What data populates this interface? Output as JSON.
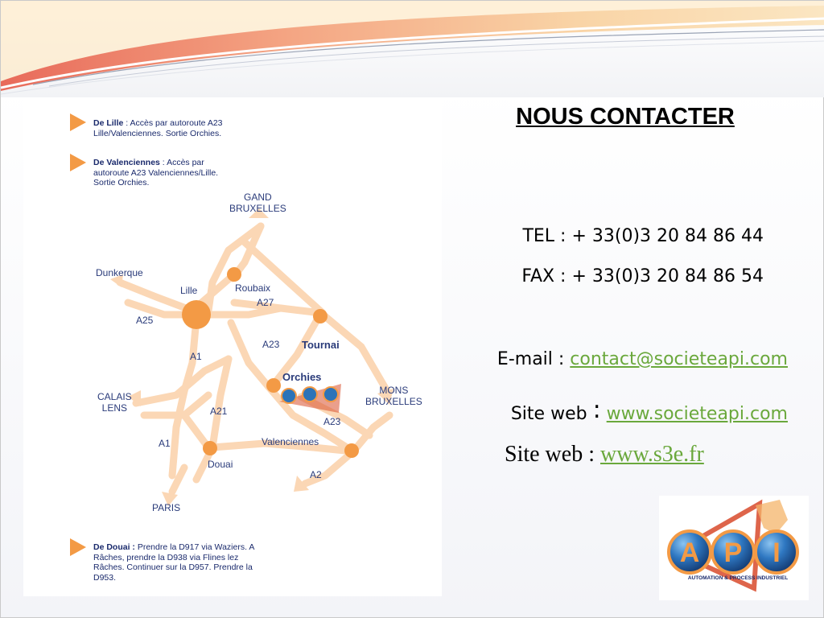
{
  "contact": {
    "title": "NOUS CONTACTER",
    "tel": "TEL : + 33(0)3 20 84 86 44",
    "fax": "FAX : + 33(0)3 20 84 86 54",
    "email_label": "E-mail : ",
    "email": "contact@societeapi.com",
    "site1_label": "Site web ",
    "site1_colon": ":",
    "site1": "www.societeapi.com",
    "site2_label": "Site web : ",
    "site2": "www.s3e.fr",
    "link_color": "#6aa83c"
  },
  "map": {
    "notes": {
      "lille_head": "De Lille",
      "lille_body": " : Accès par autoroute A23 Lille/Valenciennes. Sortie Orchies.",
      "valenciennes_head": "De Valenciennes",
      "valenciennes_body": " : Accès par autoroute A23 Valenciennes/Lille. Sortie Orchies.",
      "douai_head": "De Douai :",
      "douai_body": " Prendre la D917 via Waziers. A Râches, prendre la D938 via Flines lez Râches. Continuer sur la D957. Prendre la D953."
    },
    "places": {
      "gand": "GAND",
      "bruxelles_top": "BRUXELLES",
      "dunkerque": "Dunkerque",
      "lille": "Lille",
      "roubaix": "Roubaix",
      "tournai": "Tournai",
      "orchies": "Orchies",
      "mons": "MONS",
      "bruxelles_right": "BRUXELLES",
      "calais": "CALAIS",
      "lens": "LENS",
      "valenciennes": "Valenciennes",
      "douai": "Douai",
      "paris": "PARIS"
    },
    "roads": {
      "a27": "A27",
      "a25": "A25",
      "a1_top": "A1",
      "a23_top": "A23",
      "a21": "A21",
      "a23_bottom": "A23",
      "a1_bottom": "A1",
      "a2": "A2"
    },
    "road_color": "#fbd7b5",
    "city_color": "#f39a45",
    "arrow_color": "#f39a45"
  },
  "logo": {
    "letters": [
      "A",
      "P",
      "I"
    ],
    "tagline": "AUTOMATION & PROCESS INDUSTRIEL"
  }
}
